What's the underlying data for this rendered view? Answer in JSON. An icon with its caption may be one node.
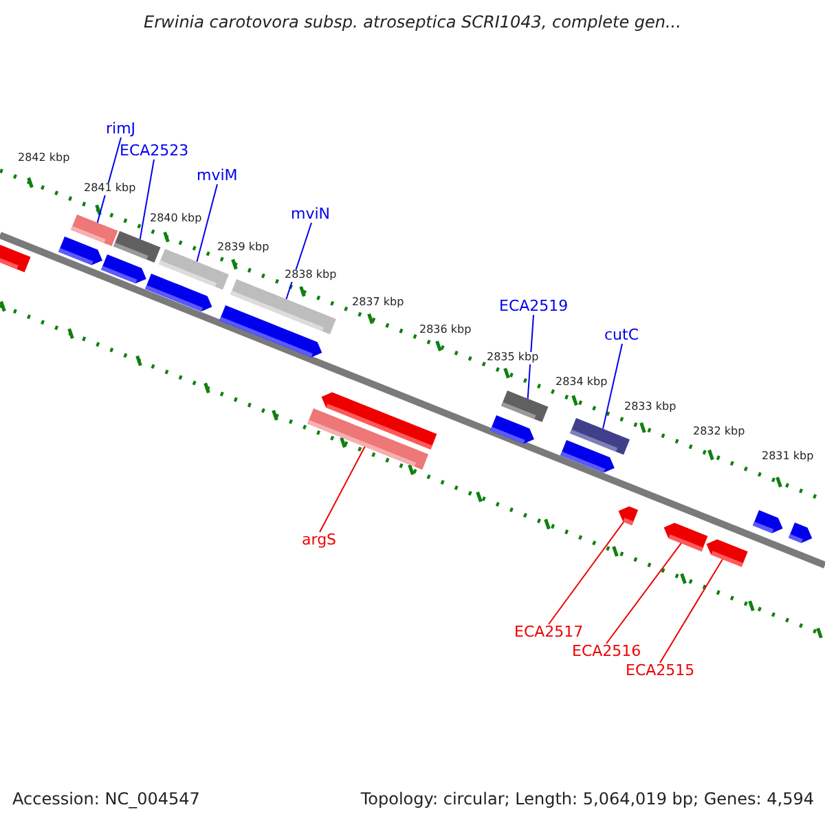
{
  "diagram": {
    "title": "Erwinia carotovora subsp. atroseptica SCRI1043, complete gen...",
    "nodes": [
      {
        "text": [
          "rimJ"
        ]
      },
      {
        "text": [
          "ECA2523"
        ]
      },
      {
        "text": [
          "mviM"
        ]
      },
      {
        "text": [
          "mviN"
        ]
      },
      {
        "text": [
          "ECA2519"
        ]
      },
      {
        "text": [
          "cutC"
        ]
      },
      {
        "text": [
          "argS"
        ]
      },
      {
        "text": [
          "ECA2517"
        ]
      },
      {
        "text": [
          "ECA2516"
        ]
      },
      {
        "text": [
          "ECA2515"
        ]
      },
      {
        "text": [],
        "shape": "bar"
      },
      {
        "text": [],
        "shape": "bar"
      },
      {
        "text": [],
        "shape": "bar"
      },
      {
        "text": [],
        "shape": "bar"
      },
      {
        "text": [],
        "shape": "bar"
      },
      {
        "text": [],
        "shape": "bar"
      },
      {
        "text": [],
        "shape": "bar"
      },
      {
        "text": [],
        "shape": "bar"
      },
      {
        "text": [],
        "shape": "bar"
      },
      {
        "text": [],
        "shape": "bar"
      },
      {
        "text": [],
        "shape": "bar"
      },
      {
        "text": [],
        "shape": "bar"
      },
      {
        "text": [],
        "shape": "bar"
      },
      {
        "text": [],
        "shape": "bar"
      },
      {
        "text": [],
        "shape": "bar"
      },
      {
        "text": [],
        "shape": "bar"
      },
      {
        "text": [],
        "shape": "bar"
      },
      {
        "text": [],
        "shape": "bar"
      },
      {
        "text": [],
        "shape": "bar"
      },
      {
        "text": [],
        "shape": "bar"
      }
    ],
    "edges": [
      {
        "from": 0,
        "to": 12,
        "arrow": "none"
      },
      {
        "from": 1,
        "to": 14,
        "arrow": "none"
      },
      {
        "from": 2,
        "to": 16,
        "arrow": "none"
      },
      {
        "from": 3,
        "to": 18,
        "arrow": "none"
      },
      {
        "from": 4,
        "to": 22,
        "arrow": "none"
      },
      {
        "from": 5,
        "to": 24,
        "arrow": "none"
      },
      {
        "from": 6,
        "to": 19,
        "arrow": "none",
        "color": "#ee0000"
      },
      {
        "from": 7,
        "to": 25,
        "arrow": "none",
        "color": "#ee0000"
      },
      {
        "from": 8,
        "to": 26,
        "arrow": "none",
        "color": "#ee0000"
      },
      {
        "from": 9,
        "to": 27,
        "arrow": "none",
        "color": "#ee0000"
      }
    ],
    "labels": [
      "2842 kbp",
      "2841 kbp",
      "2840 kbp",
      "2839 kbp",
      "2838 kbp",
      "2837 kbp",
      "2836 kbp",
      "2835 kbp",
      "2834 kbp",
      "2833 kbp",
      "2832 kbp",
      "2831 kbp",
      "Accession: NC_004547",
      "Topology: circular; Length: 5,064,019 bp; Genes: 4,594"
    ]
  }
}
